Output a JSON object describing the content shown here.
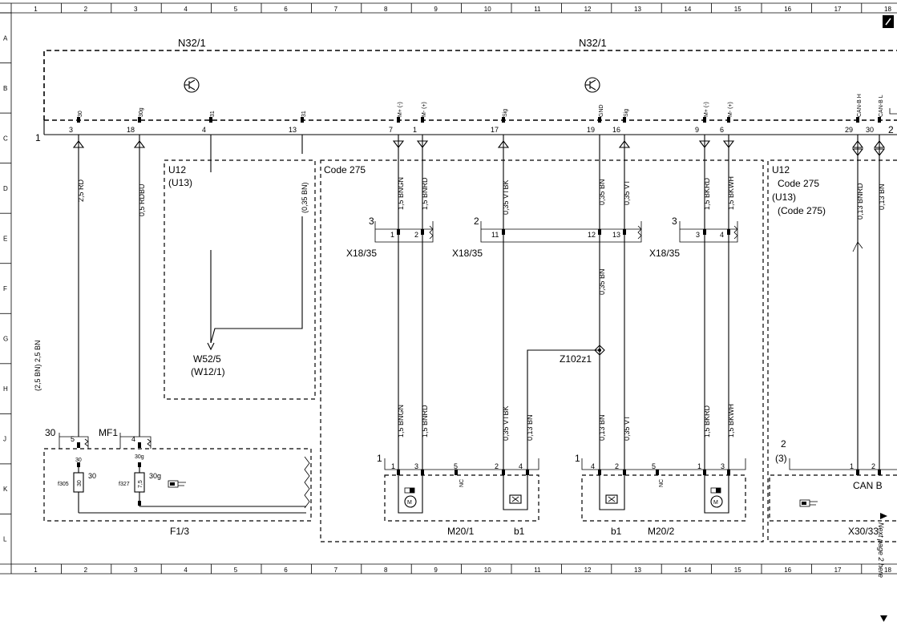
{
  "grid": {
    "columns": [
      "1",
      "2",
      "3",
      "4",
      "5",
      "6",
      "7",
      "8",
      "9",
      "10",
      "11",
      "12",
      "13",
      "14",
      "15",
      "16",
      "17",
      "18"
    ],
    "rows": [
      "A",
      "B",
      "C",
      "D",
      "E",
      "F",
      "G",
      "H",
      "J",
      "K",
      "L"
    ]
  },
  "modules": {
    "left_title": "N32/1",
    "right_title": "N32/1",
    "side_pin_1": "1",
    "side_pin_2": "2"
  },
  "pins": [
    {
      "num": "3",
      "name": "30"
    },
    {
      "num": "18",
      "name": "30g"
    },
    {
      "num": "4",
      "name": "31"
    },
    {
      "num": "13",
      "name": "31"
    },
    {
      "num": "7",
      "name": "M+ (-)"
    },
    {
      "num": "1",
      "name": "M- (+)"
    },
    {
      "num": "17",
      "name": "Sig"
    },
    {
      "num": "19",
      "name": "GND"
    },
    {
      "num": "16",
      "name": "Sig"
    },
    {
      "num": "9",
      "name": "M+ (-)"
    },
    {
      "num": "6",
      "name": "M- (+)"
    },
    {
      "num": "29",
      "name": "CAN-B H"
    },
    {
      "num": "30",
      "name": "CAN-B L"
    }
  ],
  "wires_top": [
    "2,5 RD",
    "0,5 RDBU",
    "(0,35 BN)",
    "1,5 BNGN",
    "1,5 BNRD",
    "0,35 VTBK",
    "0,35 BN",
    "0,35 VT",
    "1,5 BKRD",
    "1,5 BKWH",
    "0,13 BNRD",
    "0,13 BN"
  ],
  "wires_mid": [
    "0,35 BN"
  ],
  "wires_low": [
    "1,5 BNGN",
    "1,5 BNRD",
    "0,35 VTBK",
    "0,13 BN",
    "0,13 BN",
    "0,35 VT",
    "1,5 BKRD",
    "1,5 BKWH"
  ],
  "side_wire": "(2,5 BN) 2,5 BN",
  "boxes": {
    "u12_left": [
      "U12",
      "(U13)"
    ],
    "code275": "Code 275",
    "u12_right": [
      "U12",
      "Code 275",
      "(U13)",
      "(Code 275)"
    ]
  },
  "ground": {
    "name": "W52/5",
    "alt": "(W12/1)"
  },
  "connectors": {
    "x18a": {
      "name": "X18/35",
      "num": "3",
      "pins": [
        "1",
        "2"
      ]
    },
    "x18b": {
      "name": "X18/35",
      "num": "2",
      "pins": [
        "11",
        "12",
        "13"
      ]
    },
    "x18c": {
      "name": "X18/35",
      "num": "3",
      "pins": [
        "3",
        "4"
      ]
    },
    "x30": {
      "name": "X30/33",
      "num": "2",
      "alt": "(3)",
      "pins": [
        "1",
        "2"
      ],
      "label": "CAN B"
    }
  },
  "splice": "Z102z1",
  "fuse_box": {
    "name": "F1/3",
    "mf": "MF1",
    "terminal": "30",
    "pin_a": "5",
    "pin_b": "4",
    "fuse1": {
      "id": "f305",
      "rating": "30",
      "term_top": "30",
      "term_side": "30"
    },
    "fuse2": {
      "id": "f327",
      "rating": "7,5",
      "term_top": "30g",
      "term_side": "30g"
    }
  },
  "motor1": {
    "name": "M20/1",
    "sub": "b1",
    "conn": "1",
    "pins": [
      "1",
      "3",
      "5",
      "2",
      "4"
    ],
    "nc": "NC"
  },
  "motor2": {
    "name": "M20/2",
    "sub": "b1",
    "conn": "1",
    "pins": [
      "4",
      "2",
      "5",
      "1",
      "3"
    ],
    "nc": "NC"
  },
  "next_page": "Next page 2 here"
}
